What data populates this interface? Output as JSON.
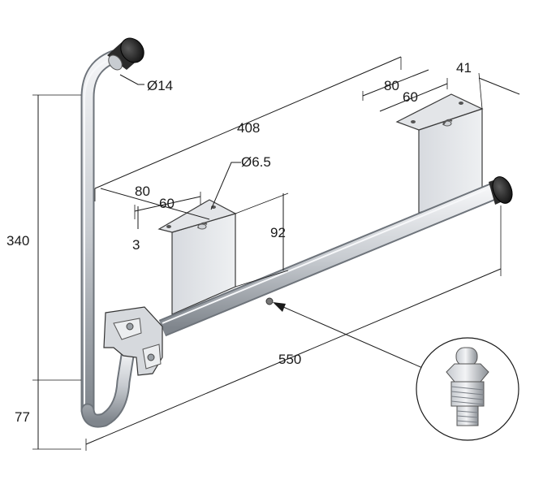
{
  "dimensions": {
    "pipe_diameter": "Ø14",
    "overall_length_top": "408",
    "bracket_left_outer": "80",
    "bracket_left_inner": "60",
    "hole_diameter": "Ø6.5",
    "bracket_right_outer": "80",
    "bracket_right_inner": "60",
    "bracket_right_width": "41",
    "bracket_height": "92",
    "bracket_thickness": "3",
    "overall_height": "340",
    "bottom_offset": "77",
    "overall_length_bottom": "550"
  },
  "colors": {
    "metal_light": "#e9ebee",
    "metal_mid": "#c9ccd1",
    "metal_dark": "#8d9298",
    "rubber": "#2b2b2b",
    "line": "#1a1a1a"
  }
}
